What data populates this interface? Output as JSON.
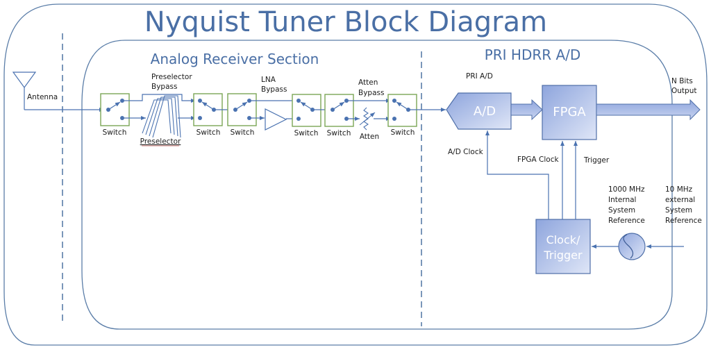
{
  "diagram": {
    "title": "Nyquist Tuner Block Diagram",
    "sections": {
      "analog": "Analog Receiver Section",
      "adc": "PRI HDRR A/D"
    },
    "labels": {
      "antenna": "Antenna",
      "preselector_bypass_1": "Preselector",
      "preselector_bypass_2": "Bypass",
      "preselector": "Preselector",
      "lna_bypass_1": "LNA",
      "lna_bypass_2": "Bypass",
      "atten_bypass_1": "Atten",
      "atten_bypass_2": "Bypass",
      "atten": "Atten",
      "switch": "Switch",
      "pri_ad": "PRI A/D",
      "ad_block": "A/D",
      "fpga_block": "FPGA",
      "clock_trigger_1": "Clock/",
      "clock_trigger_2": "Trigger",
      "ad_clock": "A/D Clock",
      "fpga_clock": "FPGA Clock",
      "trigger": "Trigger",
      "output_1": "N Bits",
      "output_2": "Output",
      "internal_ref": [
        "1000 MHz",
        "Internal",
        "System",
        "Reference"
      ],
      "external_ref": [
        "10 MHz",
        "external",
        "System",
        "Reference"
      ]
    },
    "colors": {
      "title": "#4a6fa5",
      "frame": "#5a7da8",
      "wire": "#4a72b0",
      "switch_border": "#7aa655",
      "block_fill_start": "#8fa6dd",
      "block_fill_end": "#dde4f6"
    }
  }
}
